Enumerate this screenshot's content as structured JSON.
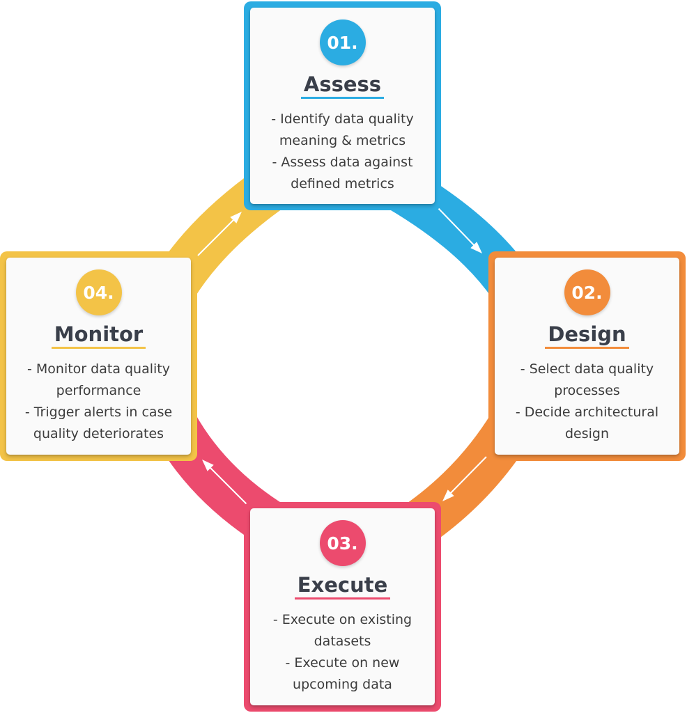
{
  "colors": {
    "assess": "#2bace2",
    "design": "#f28c3b",
    "execute": "#ec4b6e",
    "monitor": "#f3c347"
  },
  "steps": [
    {
      "number": "01.",
      "title": "Assess",
      "lines": [
        "- Identify data quality",
        "meaning & metrics",
        "- Assess data against",
        "defined metrics"
      ]
    },
    {
      "number": "02.",
      "title": "Design",
      "lines": [
        "- Select data quality",
        "processes",
        "- Decide architectural",
        "design"
      ]
    },
    {
      "number": "03.",
      "title": "Execute",
      "lines": [
        "- Execute on existing",
        "datasets",
        "- Execute on new",
        "upcoming data"
      ]
    },
    {
      "number": "04.",
      "title": "Monitor",
      "lines": [
        "- Monitor data quality",
        "performance",
        "- Trigger alerts in case",
        "quality deteriorates"
      ]
    }
  ]
}
